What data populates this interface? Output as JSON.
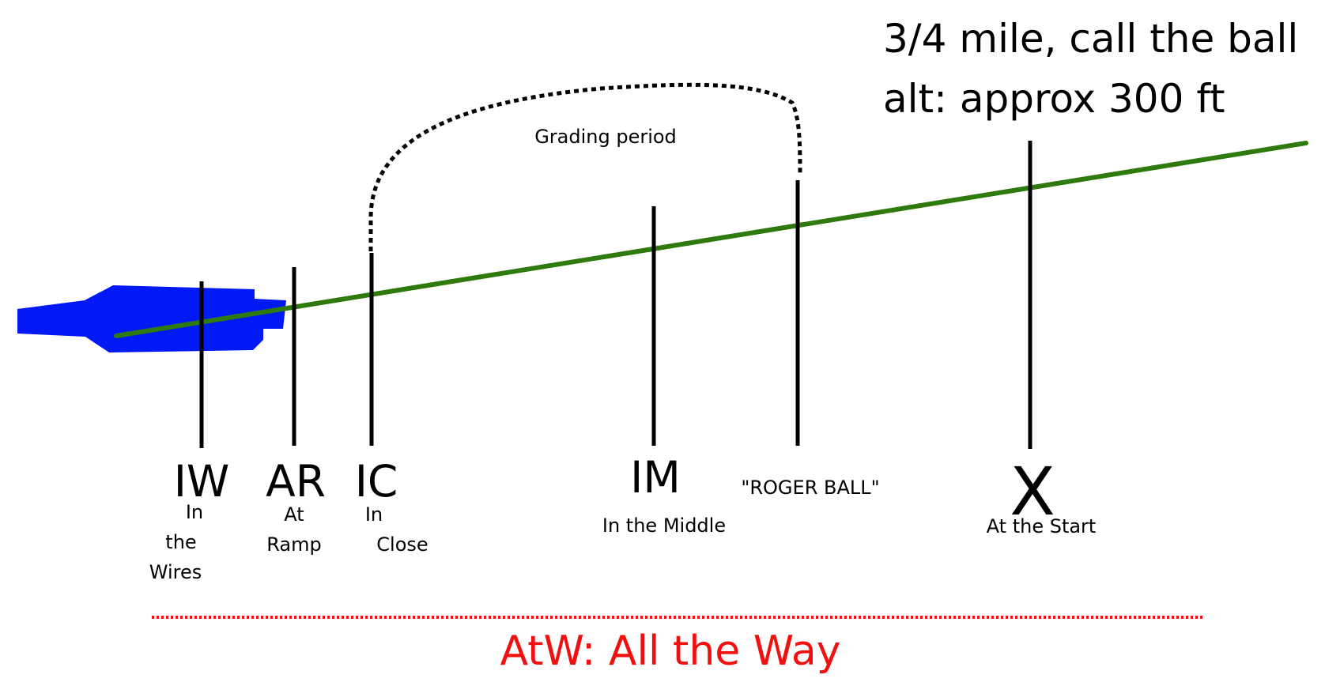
{
  "header": {
    "line1": "3/4 mile, call the ball",
    "line2": "alt: approx 300 ft"
  },
  "grading_period_label": "Grading period",
  "markers": {
    "iw": {
      "abbr": "IW",
      "desc": [
        "In",
        "the",
        "Wires"
      ]
    },
    "ar": {
      "abbr": "AR",
      "desc": [
        "At",
        "Ramp"
      ]
    },
    "ic": {
      "abbr": "IC",
      "desc": [
        "In",
        "Close"
      ]
    },
    "im": {
      "abbr": "IM",
      "desc": [
        "In the Middle"
      ]
    },
    "roger": {
      "label": "\"ROGER BALL\""
    },
    "x": {
      "abbr": "X",
      "desc": [
        "At the Start"
      ]
    }
  },
  "footer": {
    "label": "AtW: All the Way"
  },
  "colors": {
    "glideslope": "#2f7a0c",
    "carrier": "#0019f5",
    "footer": "#f01010",
    "markers": "#000000"
  }
}
